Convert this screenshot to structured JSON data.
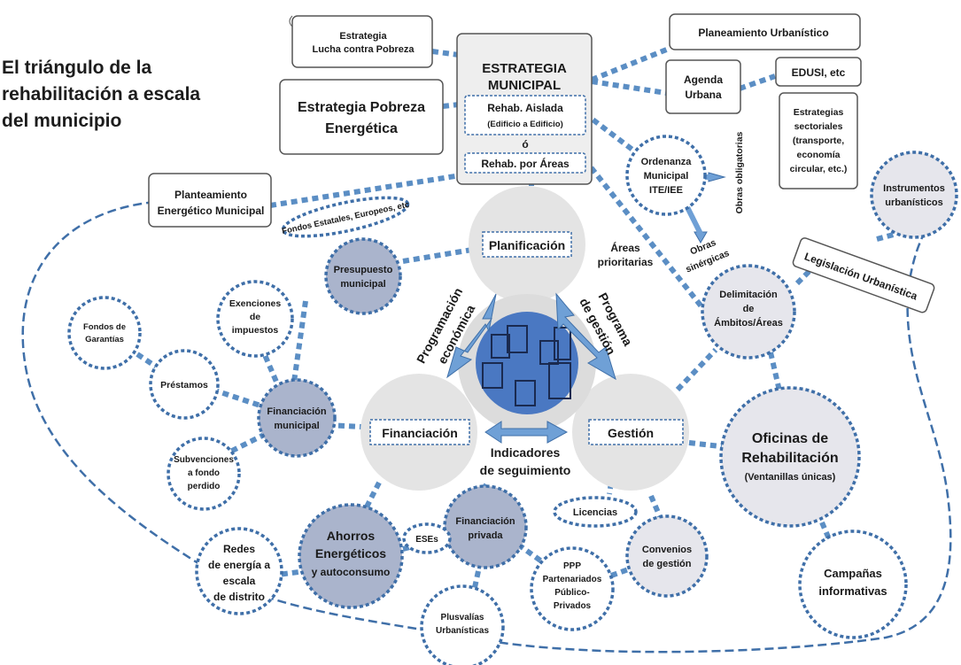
{
  "title_lines": [
    "El triángulo de la",
    "rehabilitación a escala",
    "del municipio"
  ],
  "center": {
    "title_lines": [
      "ESTRATEGIA",
      "MUNICIPAL"
    ],
    "option_a_lines": [
      "Rehab. Aislada",
      "(Edificio a Edificio)"
    ],
    "or_word": "ó",
    "option_b": "Rehab. por Áreas"
  },
  "docs": {
    "lucha_pobreza": [
      "Estrategia",
      "Lucha contra Pobreza"
    ],
    "pobreza_energetica": [
      "Estrategia Pobreza",
      "Energética"
    ],
    "planteamiento_energetico": [
      "Planteamiento",
      "Energético Municipal"
    ],
    "planeamiento": "Planeamiento Urbanístico",
    "agenda_urbana": [
      "Agenda",
      "Urbana"
    ],
    "edusi": "EDUSI, etc",
    "sectoriales": [
      "Estrategias",
      "sectoriales",
      "(transporte,",
      "economía",
      "circular, etc.)"
    ],
    "legislacion": "Legislación Urbanística"
  },
  "nodes": {
    "fondos_estatales": "Fondos Estatales, Europeos, etc",
    "presupuesto": [
      "Presupuesto",
      "municipal"
    ],
    "exenciones": [
      "Exenciones",
      "de",
      "impuestos"
    ],
    "fondos_garantias": [
      "Fondos de",
      "Garantías"
    ],
    "prestamos": "Préstamos",
    "financiacion_municipal": [
      "Financiación",
      "municipal"
    ],
    "subvenciones": [
      "Subvenciones",
      "a fondo",
      "perdido"
    ],
    "redes": [
      "Redes",
      "de energía a",
      "escala",
      "de distrito"
    ],
    "ahorros": [
      "Ahorros",
      "Energéticos",
      "y autoconsumo"
    ],
    "eses": "ESEs",
    "financiacion_privada": [
      "Financiación",
      "privada"
    ],
    "plusvalias": [
      "Plusvalías",
      "Urbanísticas"
    ],
    "ppp": [
      "PPP",
      "Partenariados",
      "Público-",
      "Privados"
    ],
    "licencias": "Licencias",
    "convenios": [
      "Convenios",
      "de gestión"
    ],
    "oficinas": [
      "Oficinas de",
      "Rehabilitación",
      "(Ventanillas únicas)"
    ],
    "campanas": [
      "Campañas",
      "informativas"
    ],
    "delimitacion": [
      "Delimitación",
      "de",
      "Ámbitos/Áreas"
    ],
    "instrumentos": [
      "Instrumentos",
      "urbanísticos"
    ],
    "ordenanza": [
      "Ordenanza",
      "Municipal",
      "ITE/IEE"
    ]
  },
  "triangle": {
    "planificacion": "Planificación",
    "financiacion": "Financiación",
    "gestion": "Gestión",
    "prog_economica": [
      "Programación",
      "económica"
    ],
    "prog_gestion": [
      "Programa",
      "de gestión"
    ],
    "indicadores": [
      "Indicadores",
      "de seguimiento"
    ]
  },
  "annotations": {
    "obras_obligatorias": "Obras obligatorias",
    "obras_sinergicas": [
      "Obras",
      "sinérgicas"
    ],
    "areas_prioritarias": [
      "Áreas",
      "prioritarias"
    ]
  },
  "colors": {
    "connector": "#5b8ec4",
    "dark_node": "#aab4cc",
    "core": "#4a78c2",
    "arrow": "#6fa0d6"
  }
}
